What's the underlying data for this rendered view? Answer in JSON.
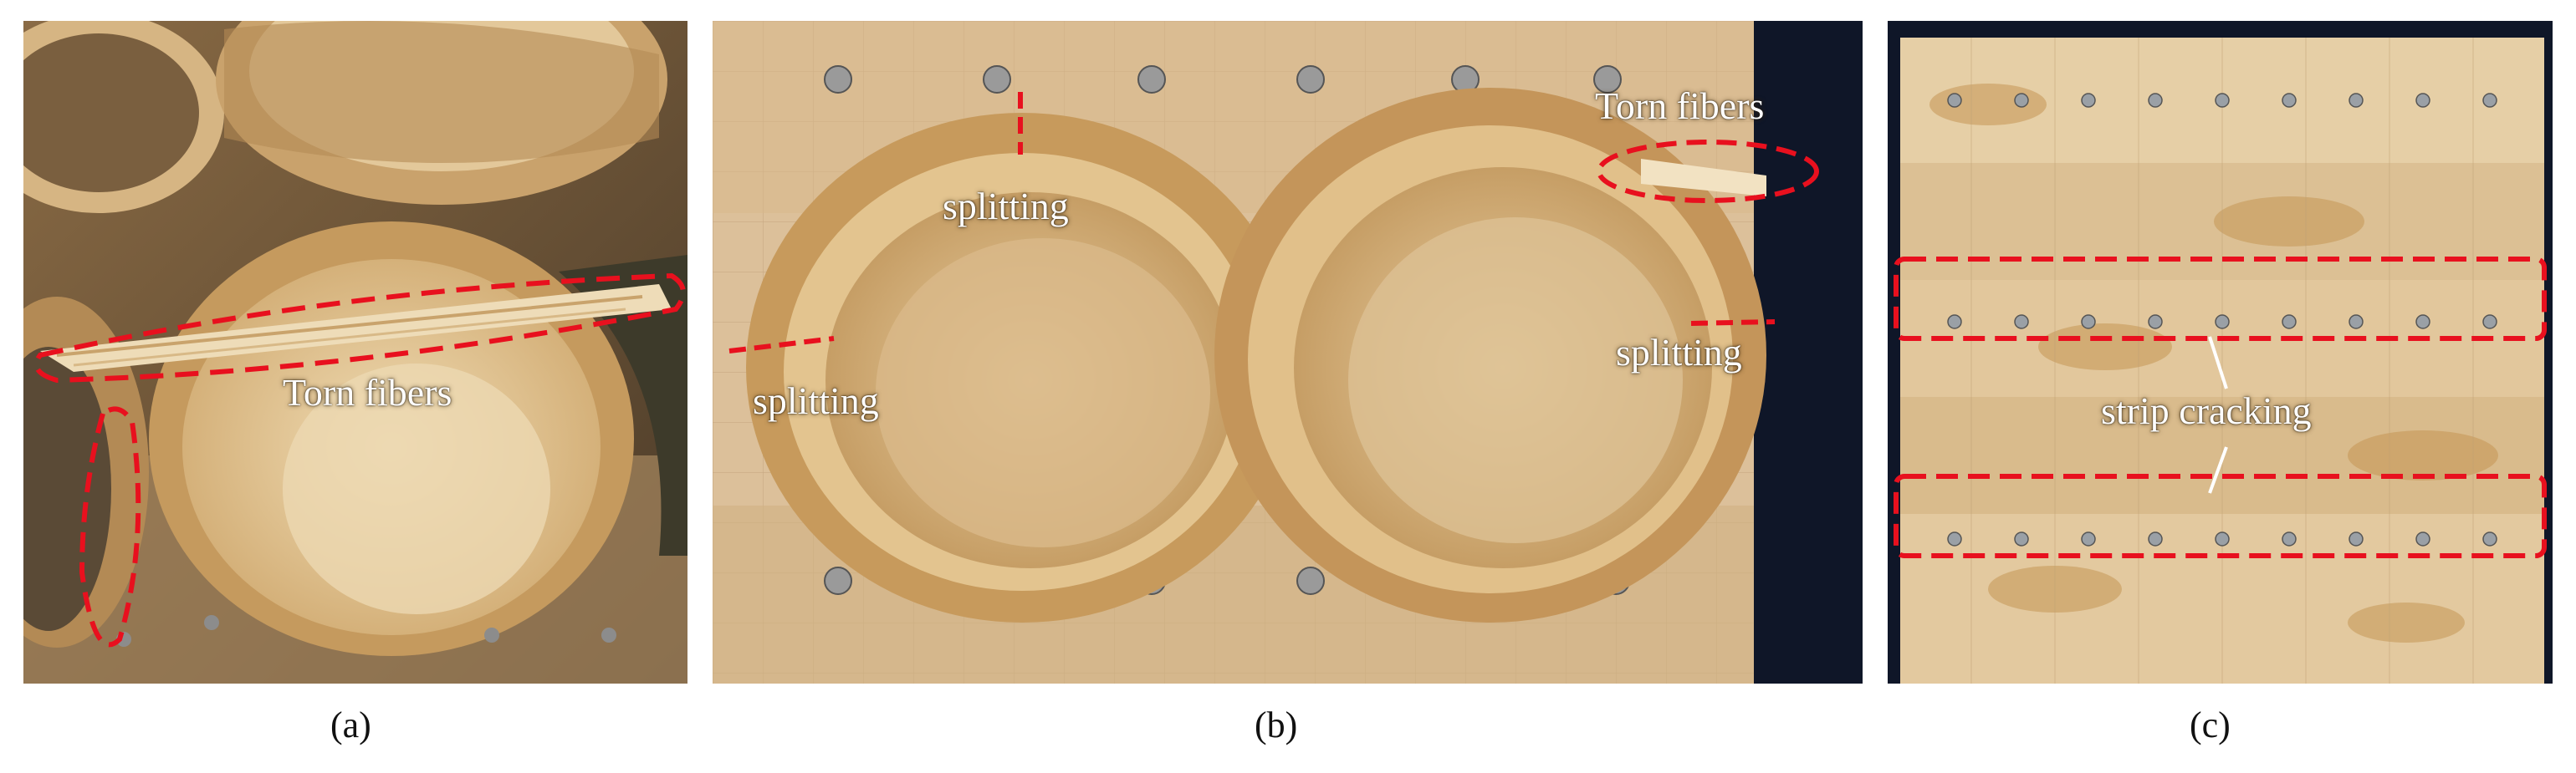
{
  "panels": {
    "a": {
      "caption": "(a)",
      "labels": {
        "torn": "Torn fibers"
      }
    },
    "b": {
      "caption": "(b)",
      "labels": {
        "splitting_top": "splitting",
        "splitting_left": "splitting",
        "splitting_right": "splitting",
        "torn": "Torn fibers"
      }
    },
    "c": {
      "caption": "(c)",
      "labels": {
        "strip": "strip cracking"
      }
    }
  },
  "colors": {
    "marker": "#e8101e",
    "wood_light": "#e6c89a",
    "wood_dark": "#b88e55",
    "background_dark": "#0f1628"
  }
}
